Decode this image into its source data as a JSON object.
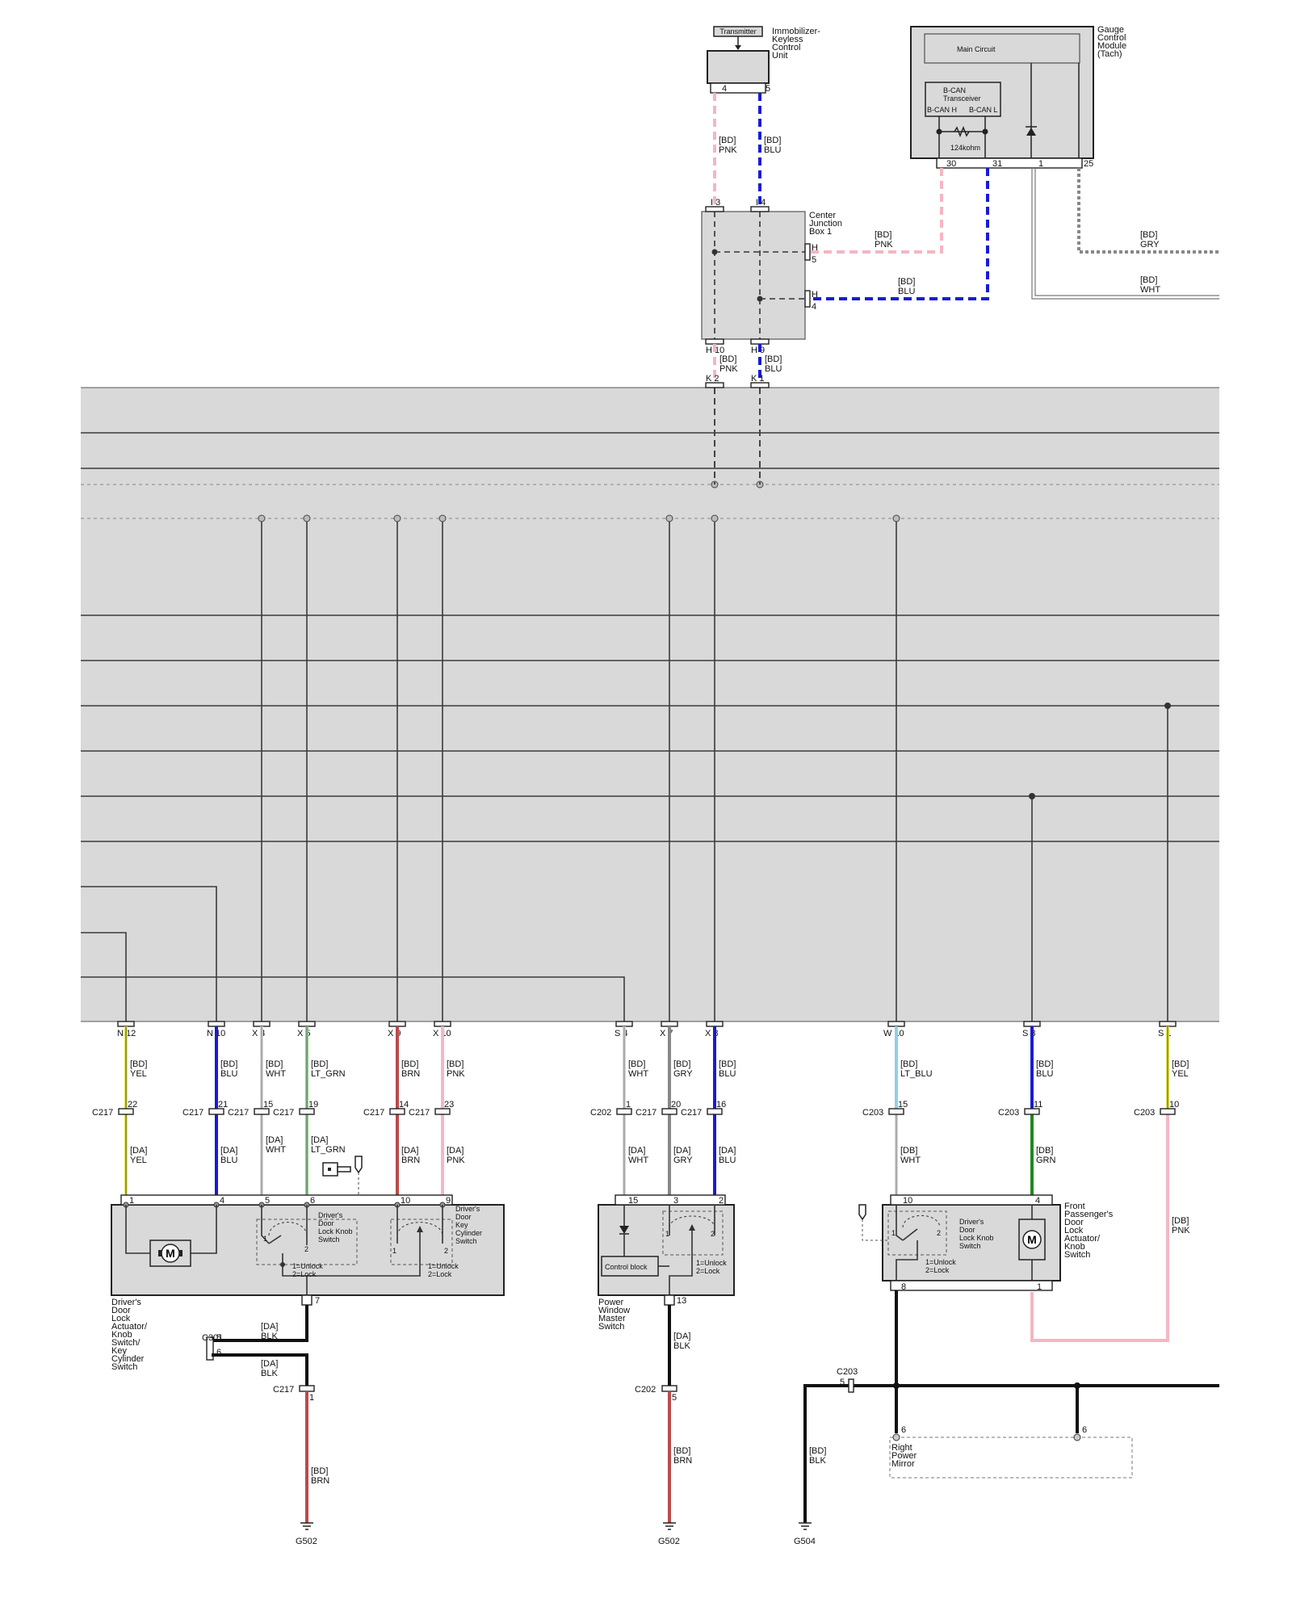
{
  "modules": {
    "transmitter": "Transmitter",
    "immobilizer": [
      "Immobilizer-",
      "Keyless",
      "Control",
      "Unit"
    ],
    "gauge": [
      "Gauge",
      "Control",
      "Module",
      "(Tach)"
    ],
    "main_circuit": "Main Circuit",
    "bcan_transceiver": [
      "B-CAN",
      "Transceiver"
    ],
    "bcan_h": "B-CAN H",
    "bcan_l": "B-CAN L",
    "resistor": "124kohm",
    "cjb": [
      "Center",
      "Junction",
      "Box 1"
    ],
    "driver_door": [
      "Driver's",
      "Door",
      "Lock",
      "Actuator/",
      "Knob",
      "Switch/",
      "Key",
      "Cylinder",
      "Switch"
    ],
    "driver_knob_switch": [
      "Driver's",
      "Door",
      "Lock Knob",
      "Switch"
    ],
    "driver_key_switch": [
      "Driver's",
      "Door",
      "Key",
      "Cylinder",
      "Switch"
    ],
    "unlock": "1=Unlock",
    "lock": "2=Lock",
    "power_window": [
      "Power",
      "Window",
      "Master",
      "Switch"
    ],
    "control_block": "Control block",
    "pass_door": [
      "Front",
      "Passenger's",
      "Door",
      "Lock",
      "Actuator/",
      "Knob",
      "Switch"
    ],
    "pass_knob_switch": [
      "Driver's",
      "Door",
      "Lock Knob",
      "Switch"
    ],
    "right_mirror": [
      "Right",
      "Power",
      "Mirror"
    ]
  },
  "pins": {
    "imm_4": "4",
    "imm_5": "5",
    "cjb_i3": "I 3",
    "cjb_i4": "I 4",
    "cjb_h5": "H",
    "cjb_h5n": "5",
    "cjb_h4": "H",
    "cjb_h4n": "4",
    "cjb_h10": "H 10",
    "cjb_h9": "H 9",
    "bcm_k2": "K 2",
    "bcm_k1": "K 1",
    "g30": "30",
    "g31": "31",
    "g1": "1",
    "g25": "25",
    "n12": "N 12",
    "n10": "N 10",
    "x4": "X 4",
    "x5": "X 5",
    "x9": "X 9",
    "x10": "X 10",
    "s4": "S 4",
    "x7": "X 7",
    "x8": "X 8",
    "w10": "W 10",
    "s3": "S 3",
    "s1": "S 1",
    "d1": "1",
    "d4": "4",
    "d5": "5",
    "d6": "6",
    "d10": "10",
    "d9": "9",
    "d7": "7",
    "p15": "15",
    "p3": "3",
    "p2": "2",
    "p13": "13",
    "f10": "10",
    "f4": "4",
    "f8": "8",
    "f1": "1",
    "m6a": "6",
    "m6b": "6",
    "c301_5": "5",
    "c301_6": "6",
    "c217_1": "1",
    "c202_5": "5",
    "c203_5": "5",
    "sw1": "1",
    "sw2": "2",
    "sw1b": "1",
    "sw2b": "2",
    "sw1c": "1",
    "sw2c": "2",
    "sw1d": "1",
    "sw2d": "2"
  },
  "inline": {
    "c217_22": "22",
    "c217_21": "21",
    "c217_15": "15",
    "c217_19": "19",
    "c217_14": "14",
    "c217_23": "23",
    "c202_1": "1",
    "c217_20": "20",
    "c217_16": "16",
    "c203_15": "15",
    "c203_11": "11",
    "c203_10": "10",
    "name_c217": "C217",
    "name_c202": "C202",
    "name_c203": "C203",
    "name_c301": "C301"
  },
  "wires": {
    "bd": "[BD]",
    "da": "[DA]",
    "db": "[DB]",
    "pnk": "PNK",
    "blu": "BLU",
    "gry": "GRY",
    "wht": "WHT",
    "yel": "YEL",
    "lt_grn": "LT_GRN",
    "brn": "BRN",
    "lt_blu": "LT_BLU",
    "grn": "GRN",
    "blk": "BLK"
  },
  "grounds": {
    "g502a": "G502",
    "g502b": "G502",
    "g504": "G504"
  },
  "colors": {
    "pnk": "#f4b6c2",
    "blu": "#1a1ad6",
    "gry": "#888888",
    "wht": "#cfcfcf",
    "yel": "#e8e84a",
    "lt_grn": "#8ed18e",
    "brn": "#b84b4b",
    "lt_blu": "#8fd0e8",
    "grn": "#1e8a1e",
    "blk": "#111111",
    "block_fill": "#d9d9d9"
  }
}
